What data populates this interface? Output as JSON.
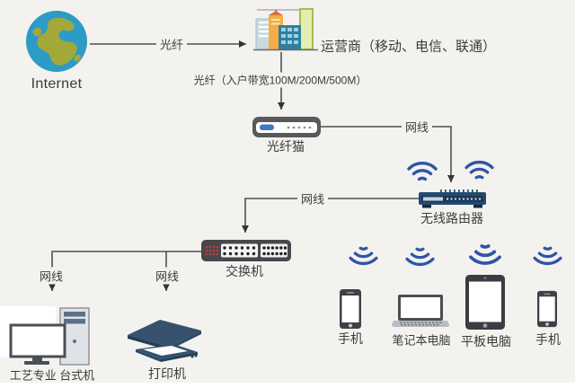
{
  "diagram": {
    "type": "network-topology",
    "bg_color": "#f3f2ef",
    "line_color": "#4f4f4f",
    "text_color": "#3c3c3c",
    "wifi_color": "#2e55a5"
  },
  "nodes": {
    "internet": {
      "label": "Internet",
      "icon": "globe"
    },
    "isp": {
      "label": "运营商（移动、电信、联通）",
      "icon": "buildings"
    },
    "modem": {
      "label": "光纤猫",
      "icon": "fiber-modem"
    },
    "router": {
      "label": "无线路由器",
      "icon": "wireless-router"
    },
    "switch": {
      "label": "交换机",
      "icon": "ethernet-switch"
    },
    "desktop": {
      "label": "工艺专业 台式机",
      "icon": "desktop-pc"
    },
    "printer": {
      "label": "打印机",
      "icon": "printer"
    },
    "phone_1": {
      "label": "手机",
      "icon": "smartphone"
    },
    "laptop": {
      "label": "笔记本电脑",
      "icon": "laptop"
    },
    "tablet": {
      "label": "平板电脑",
      "icon": "tablet"
    },
    "phone_2": {
      "label": "手机",
      "icon": "smartphone"
    }
  },
  "links": {
    "internet_to_isp": {
      "label": "光纤"
    },
    "isp_to_modem": {
      "label": "光纤（入户带宽100M/200M/500M）"
    },
    "modem_to_router": {
      "label": "网线"
    },
    "router_to_switch": {
      "label": "网线"
    },
    "switch_to_desktop": {
      "label": "网线"
    },
    "switch_to_printer": {
      "label": "网线"
    }
  }
}
